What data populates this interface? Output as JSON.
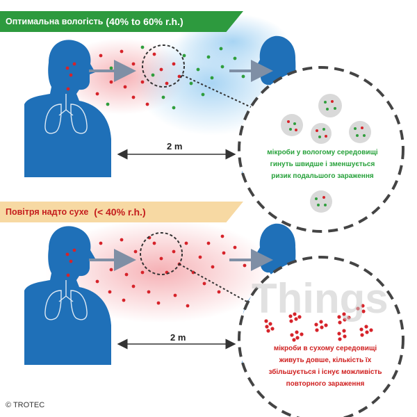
{
  "colors": {
    "person": "#1f70b8",
    "green_banner": "#2d9a3e",
    "sand_banner": "#f7d9a3",
    "red_text": "#c41d1d",
    "green_text": "#26a13a",
    "red_dot": "#d6232a",
    "green_dot": "#2f9e3d",
    "arrow": "#7f8fa5"
  },
  "panel_top": {
    "banner_text": "Оптимальна вологість",
    "banner_highlight": "(40% to 60% r.h.)",
    "distance": "2 m",
    "caption": [
      "мікроби у вологому середовищі",
      "гинуть швидше і зменшується",
      "ризик подальшого зараження"
    ]
  },
  "panel_bottom": {
    "banner_text": "Повітря надто сухе",
    "banner_highlight": "(< 40% r.h.)",
    "distance": "2 m",
    "caption": [
      "мікроби в сухому середовищі",
      "живуть довше, кількість їх",
      "збільшується і існує можливість",
      "повторного зараження"
    ]
  },
  "watermark": "Things",
  "copyright": "© TROTEC",
  "icons": [
    "lungs-icon",
    "person-silhouette-icon",
    "microbe-icon"
  ]
}
